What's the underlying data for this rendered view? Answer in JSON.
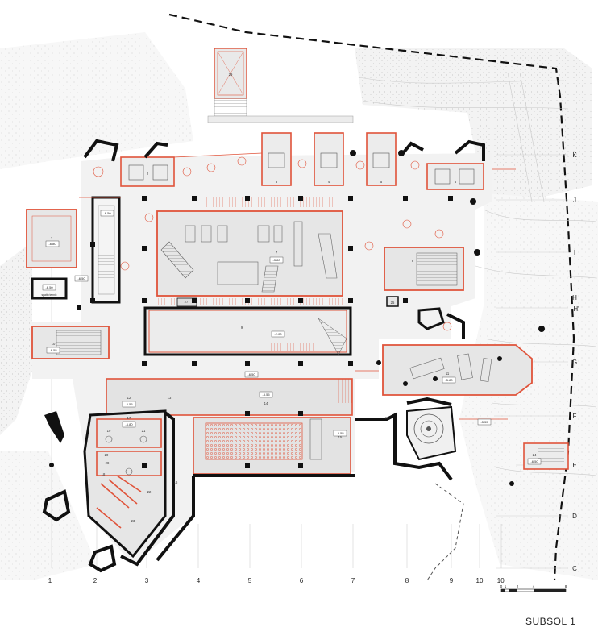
{
  "sheet_title": "SUBSOL 1",
  "grid_columns": [
    "1",
    "2",
    "3",
    "4",
    "5",
    "6",
    "7",
    "8",
    "9",
    "10",
    "10'"
  ],
  "grid_rows": [
    "K",
    "J",
    "I",
    "H",
    "H'",
    "G",
    "F",
    "E",
    "D",
    "C"
  ],
  "scale_bar": {
    "ticks": [
      "0",
      "1",
      "2",
      "4",
      "8"
    ]
  },
  "rooms": [
    {
      "id": "r1",
      "number": "1",
      "level": "-6.80"
    },
    {
      "id": "r2",
      "number": "2"
    },
    {
      "id": "r3",
      "number": "3"
    },
    {
      "id": "r4",
      "number": "4"
    },
    {
      "id": "r5",
      "number": "5"
    },
    {
      "id": "r6",
      "number": "6"
    },
    {
      "id": "r7",
      "number": "7",
      "level": "-3.80"
    },
    {
      "id": "r8",
      "number": "8"
    },
    {
      "id": "r9",
      "number": "9",
      "level": "-2.00"
    },
    {
      "id": "r10",
      "number": "10",
      "level": "-6.55"
    },
    {
      "id": "r11",
      "number": "11",
      "level": "-5.80"
    },
    {
      "id": "r12",
      "number": "12",
      "level": "-6.55"
    },
    {
      "id": "r13",
      "number": "13"
    },
    {
      "id": "r14",
      "number": "14",
      "level": "-5.55"
    },
    {
      "id": "r15",
      "number": "15",
      "level": "-5.55"
    },
    {
      "id": "r16",
      "number": "16"
    },
    {
      "id": "r17",
      "number": "17",
      "level": "-6.80"
    },
    {
      "id": "r18",
      "number": "18"
    },
    {
      "id": "r19",
      "number": "19"
    },
    {
      "id": "r20",
      "number": "20"
    },
    {
      "id": "r21",
      "number": "21"
    },
    {
      "id": "r22",
      "number": "22"
    },
    {
      "id": "r23",
      "number": "23"
    },
    {
      "id": "r24",
      "number": "24",
      "level": "-6.50"
    },
    {
      "id": "r25",
      "number": "25"
    },
    {
      "id": "r26",
      "number": "26"
    },
    {
      "id": "r27",
      "number": "27"
    },
    {
      "id": "r28",
      "number": "28"
    },
    {
      "id": "r29",
      "number": "29"
    }
  ],
  "level_tags": [
    "-6.50",
    "-6.50",
    "-6.50",
    "-5.55"
  ],
  "small_label": "spatiu tehnic",
  "colors": {
    "wall": "#111111",
    "accent": "#e0533a",
    "floor": "#e9e9e9",
    "ground": "#f4f4f4",
    "grid": "#bdbdbd"
  }
}
